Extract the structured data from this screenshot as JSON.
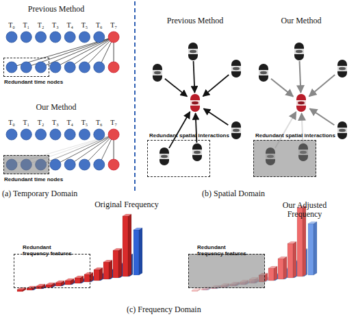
{
  "diagram": {
    "nodes": [
      {
        "text": [
          "Redundant time nodes"
        ]
      },
      {
        "text": [
          "Redundant time nodes"
        ]
      },
      {
        "text": [
          "Redundant spatial interactions"
        ]
      },
      {
        "text": [
          "Redundant spatial interactions"
        ]
      },
      {
        "text": [
          "Redundant frequency features"
        ]
      },
      {
        "text": [
          "Redundant frequency features"
        ]
      }
    ],
    "labels": [
      "Previous Method",
      "T₀",
      "T₁",
      "T₂",
      "T₃",
      "T₄",
      "T₅",
      "T₆",
      "T₇",
      "Our Method",
      "T₀",
      "T₁",
      "T₂",
      "T₃",
      "T₄",
      "T₅",
      "T₆",
      "T₇",
      "(a) Temporary Domain",
      "Previous Method",
      "Our Method",
      "(b) Spatial Domain",
      "Original Frequency",
      "Our Adjusted Frequency",
      "(c) Frequency Domain"
    ]
  }
}
